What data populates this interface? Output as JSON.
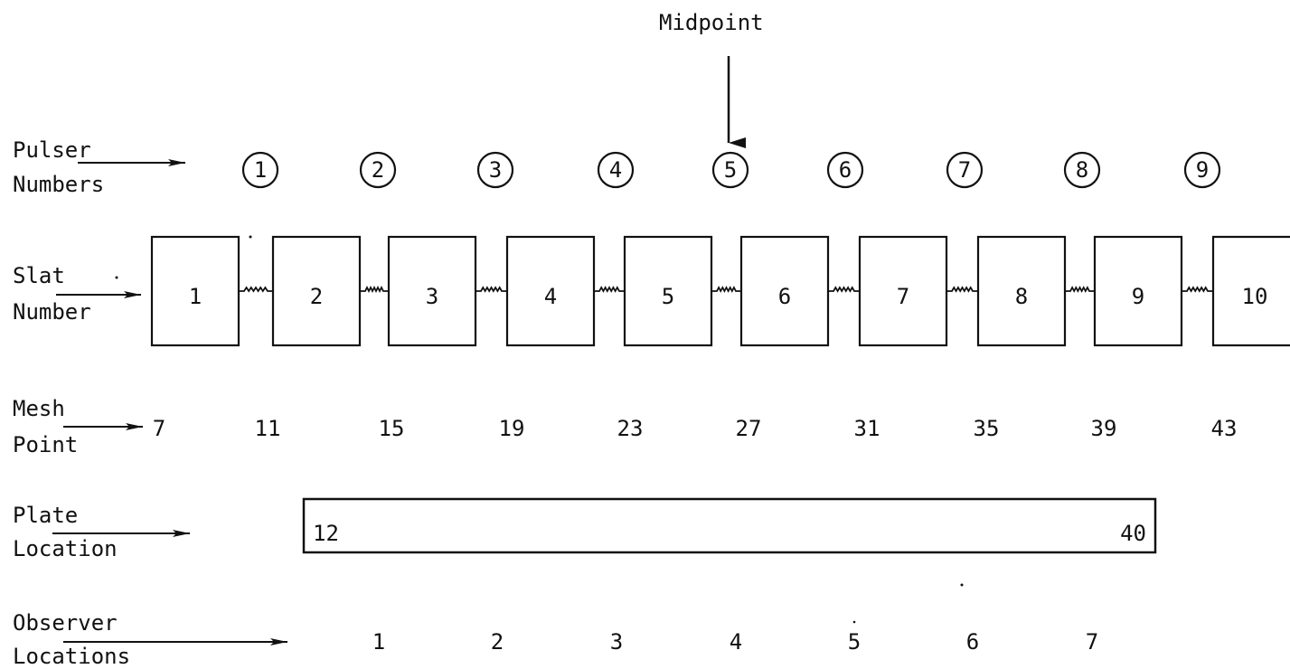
{
  "midpoint_label": "Midpoint",
  "row_labels": {
    "pulser": [
      "Pulser",
      "Numbers"
    ],
    "slat": [
      "Slat",
      "Number"
    ],
    "mesh": [
      "Mesh",
      "Point"
    ],
    "plate": [
      "Plate",
      "Location"
    ],
    "observer": [
      "Observer",
      "Locations"
    ]
  },
  "pulsers": [
    "1",
    "2",
    "3",
    "4",
    "5",
    "6",
    "7",
    "8",
    "9"
  ],
  "slats": [
    "1",
    "2",
    "3",
    "4",
    "5",
    "6",
    "7",
    "8",
    "9",
    "10"
  ],
  "mesh_points": [
    "7",
    "11",
    "15",
    "19",
    "23",
    "27",
    "31",
    "35",
    "39",
    "43"
  ],
  "plate": {
    "start": "12",
    "end": "40"
  },
  "observers": [
    "1",
    "2",
    "3",
    "4",
    "5",
    "6",
    "7"
  ]
}
